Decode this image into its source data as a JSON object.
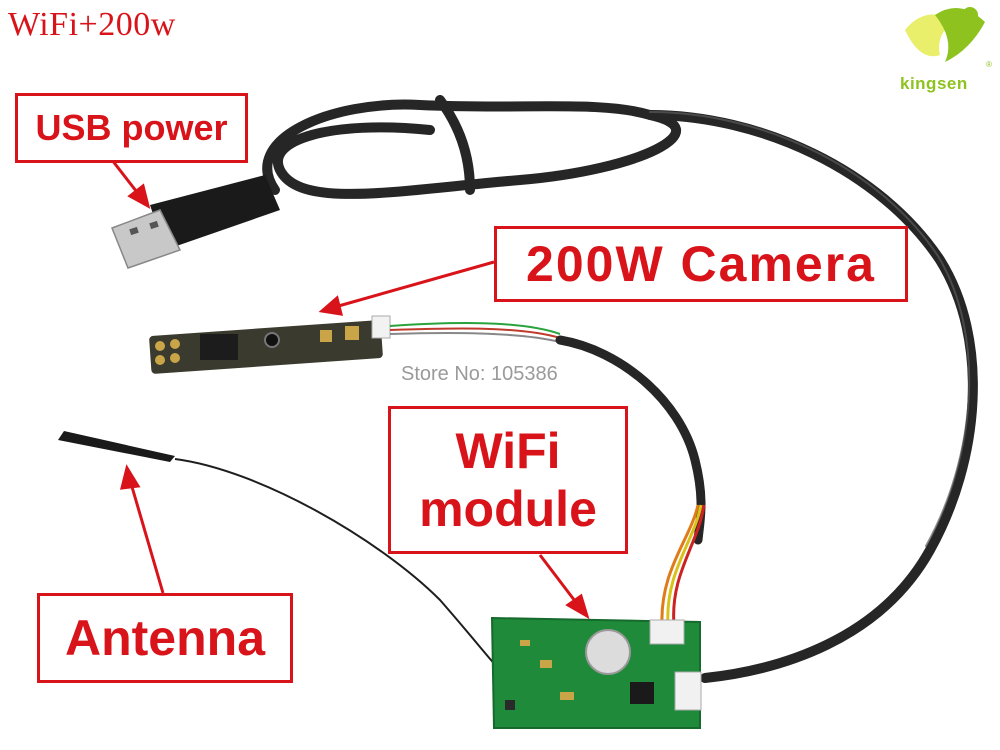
{
  "title": "WiFi+200w",
  "labels": {
    "usb_power": "USB power",
    "camera": "200W Camera",
    "wifi_line1": "WiFi",
    "wifi_line2": "module",
    "antenna": "Antenna"
  },
  "watermark": "Store No: 105386",
  "logo": {
    "text": "kingsen",
    "reg": "®"
  },
  "colors": {
    "accent": "#d8141a",
    "logo_green": "#8dc21f",
    "pcb_green": "#1f8a3a"
  }
}
